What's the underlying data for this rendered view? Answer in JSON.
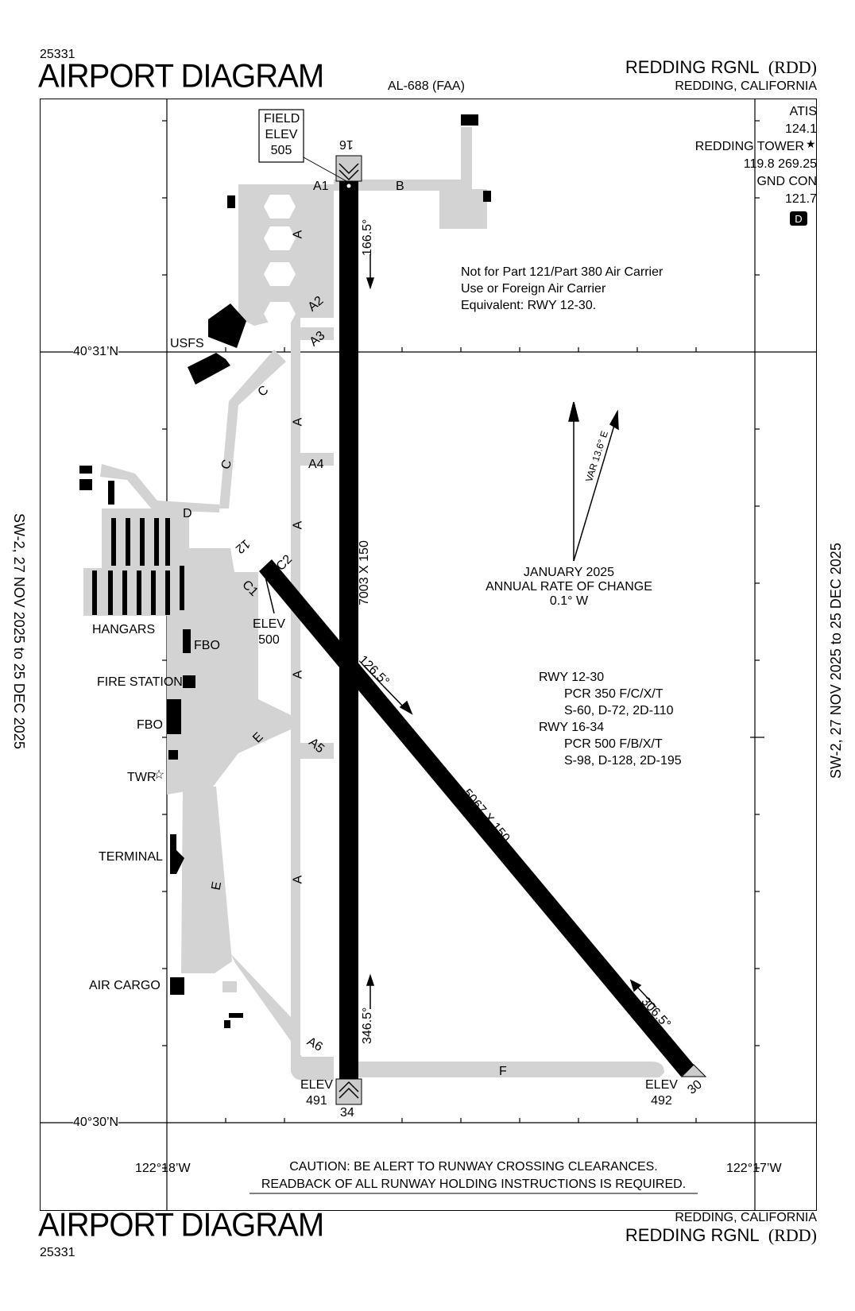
{
  "header": {
    "doc_number": "25331",
    "title": "AIRPORT DIAGRAM",
    "procedure": "AL-688 (FAA)",
    "airport_name": "REDDING RGNL",
    "airport_id": "(RDD)",
    "city_state": "REDDING, CALIFORNIA"
  },
  "footer": {
    "title": "AIRPORT DIAGRAM",
    "doc_number": "25331",
    "city_state": "REDDING, CALIFORNIA",
    "airport_name": "REDDING RGNL",
    "airport_id": "(RDD)"
  },
  "side_labels": {
    "left": "SW-2,  27 NOV 2025  to  25 DEC 2025",
    "right": "SW-2,  27 NOV 2025  to  25 DEC 2025"
  },
  "frequencies": {
    "atis_label": "ATIS",
    "atis_freq": "124.1",
    "tower_label": "REDDING TOWER",
    "tower_freq": "119.8  269.25",
    "gnd_label": "GND CON",
    "gnd_freq": "121.7",
    "d_badge": "D"
  },
  "notes": {
    "part121_l1": "Not for Part 121/Part 380 Air Carrier",
    "part121_l2": "Use or Foreign Air Carrier",
    "part121_l3": "Equivalent: RWY 12-30.",
    "var_label": "VAR 13.6° E",
    "mag_l1": "JANUARY 2025",
    "mag_l2": "ANNUAL RATE OF CHANGE",
    "mag_l3": "0.1° W",
    "rwy1230_title": "RWY 12-30",
    "rwy1230_pcr": "PCR 350 F/C/X/T",
    "rwy1230_wt": "S-60, D-72, 2D-110",
    "rwy1634_title": "RWY 16-34",
    "rwy1634_pcr": "PCR 500 F/B/X/T",
    "rwy1634_wt": "S-98, D-128, 2D-195",
    "caution_l1": "CAUTION: BE ALERT TO RUNWAY CROSSING CLEARANCES.",
    "caution_l2": "READBACK OF ALL RUNWAY HOLDING INSTRUCTIONS IS REQUIRED."
  },
  "coords": {
    "lat_top": "40°31’N",
    "lat_bottom": "40°30’N",
    "lon_left": "122°18’W",
    "lon_right": "122°17’W"
  },
  "field_elev": {
    "label1": "FIELD",
    "label2": "ELEV",
    "value": "505"
  },
  "runways": {
    "r16": "16",
    "r34": "34",
    "r12": "12",
    "r30": "30",
    "rwy1634_dims": "7003 X 150",
    "rwy1230_dims": "5067 X 150",
    "hdg_166": "166.5°",
    "hdg_346": "346.5°",
    "hdg_126": "126.5°",
    "hdg_306": "306.5°",
    "elev_label": "ELEV",
    "elev_12": "500",
    "elev_34": "491",
    "elev_30": "492"
  },
  "taxiways": {
    "A": "A",
    "A1": "A1",
    "A2": "A2",
    "A3": "A3",
    "A4": "A4",
    "A5": "A5",
    "A6": "A6",
    "B": "B",
    "C": "C",
    "C1": "C1",
    "C2": "C2",
    "D": "D",
    "E": "E",
    "F": "F"
  },
  "facilities": {
    "usfs": "USFS",
    "hangars": "HANGARS",
    "fbo": "FBO",
    "fire_station": "FIRE STATION",
    "twr": "TWR",
    "terminal": "TERMINAL",
    "air_cargo": "AIR CARGO"
  }
}
